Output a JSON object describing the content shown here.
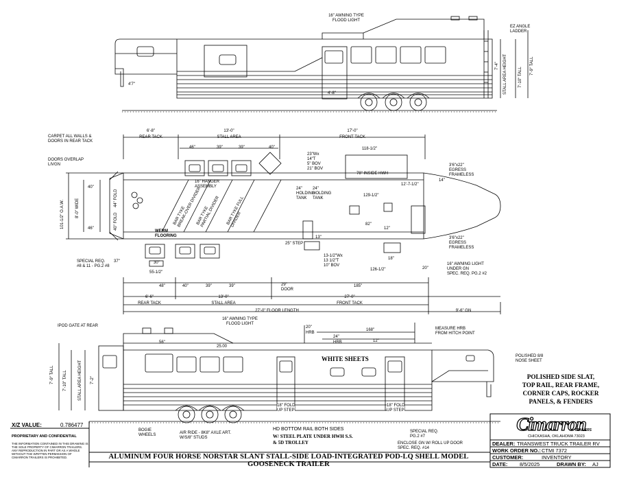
{
  "labels": {
    "awning_top": "16\" AWNING TYPE\nFLOOD LIGHT",
    "ez_ladder": "EZ ANGLE\nLADDER",
    "stall_area_height_top": "STALL AREA HEIGHT",
    "tall_top_7_10": "7'-10\" TALL",
    "tall_top_7_9": "7'-9\" TALL",
    "dim_7_4": "7'-4\"",
    "dim_4_7": "4'7\"",
    "dim_4_8": "4'-8\"",
    "carpet_walls": "CARPET ALL WALLS &\nDOORS IN REAR TACK",
    "doors_overlap": "DOORS OVERLAP\nLIVGN",
    "rear_tack_top_dim": "6'-8\"",
    "rear_tack_top": "REAR TACK",
    "stall_area_top_dim": "13'-0\"",
    "stall_area_top": "STALL AREA",
    "front_tack_top_dim": "17'-0\"",
    "front_tack_top": "FRONT TACK",
    "dim_46": "46\"",
    "dim_40": "40\"",
    "dim_39": "39\"",
    "dim_39b": "39\"",
    "hanger_assembly": "16\" HANGER\nASSEMBLY",
    "hwh": "23\"Wx\n14\"T\n5\" BOV\n21\" BOV",
    "dim_118": "118-1/2\"",
    "inside_hwh": "78\" INSIDE HWH",
    "dim_40b": "40\"",
    "dim_48": "48\"",
    "dim_24": "24\"",
    "holding_tank1": "24\"\nHOLDING\nTANK",
    "holding_tank2": "24\"\nHOLDING\nTANK",
    "dim_129": "129-1/2\"",
    "dim_12_7": "12'-7-1/2\"",
    "egress_top": "3'6\"x22\"\nEGRESS\nFRAMELESS",
    "egress_bottom": "3'6\"x22\"\nEGRESS\nFRAMELESS",
    "dim_14": "14\"",
    "dim_13": "13\"",
    "dim_12": "12\"",
    "dim_82": "82\"",
    "wide_8": "8'-0\" WIDE",
    "oa_wide": "101-1/2\" O.A.W.",
    "dim_40c": "40\"",
    "dim_46b": "46\"",
    "fold_44": "44\" FOLD",
    "fold_40": "40\" FOLD",
    "bar_tyke": "BAR TYKE\nBREAK-OVER DIVIDER",
    "bar_tyke2": "BAR TYKE\nPARTIAL DIVIDER",
    "bar_tyke3": "BAR TYKE FULL\nDIVIDER",
    "warm_flooring": "WERM\nFLOORING",
    "special_req_left": "SPECIAL REQ.\n#8 & 11 - PG.2 #8",
    "dim_55": "55-1/2\"",
    "dim_30": "30\"",
    "dim_25_door": "25\" STEP",
    "dim_126": "126-1/2\"",
    "dim_20": "20\"",
    "dim_18": "18\"",
    "awning_right": "16\" AWNING LIGHT\nUNDER GN\nSPEC. REQ. PG.2 #2",
    "hwh2": "13-1/2\"Wx\n13 1/2\"T\n10\" BOV",
    "dim_37": "37\"",
    "dim_29": "29\"",
    "door_29": "29\"\nDOOR",
    "dim_185": "185\"",
    "dim_48b": "48\"",
    "dim_40d": "40\"",
    "dim_39c": "39\"",
    "dim_39d": "39\"",
    "rear_tack_bot_dim": "6'-6\"",
    "rear_tack_bot": "REAR TACK",
    "stall_area_bot_dim": "13'-0\"",
    "stall_area_bot": "STALL AREA",
    "front_tack_bot_dim": "27'-0\"",
    "front_tack_bot": "FRONT TACK",
    "floor_length_dim": "27'-0\" FLOOR LENGTH",
    "gn_dim": "9'-6\" GN",
    "ipod_gate": "IPOD GATE AT REAR",
    "awning_bottom": "16\" AWNING TYPE\nFLOOD LIGHT",
    "dim_56": "56\"",
    "dim_25_00": "25.00",
    "dim_168": "168\"",
    "dim_24b": "24\"",
    "dim_12b": "12\"",
    "hrb": "HRB",
    "hrb2": "HRB",
    "measure_hrb": "MEASURE HRB\nFROM HITCH POINT",
    "polished_nose": "POLISHED 8/8\nNOSE SHEET",
    "tall_bot_7_9": "7'-9\" TALL",
    "tall_bot_7_10": "7'-10\" TALL",
    "stall_height_bot": "STALL AREA HEIGHT",
    "dim_7_2": "7'-2\"",
    "white_sheets": "WHITE SHEETS",
    "fold_step_left": "18\" FOLD\nUP STEP",
    "fold_step_right": "18\" FOLD\nUP STEP",
    "bogie": "BOGIE\nWHEELS",
    "air_ride": "AIR RIDE - 8K8\" AXLE ART.\nW/S/8\" STUDS",
    "hd_bottom": "HD BOTTOM RAIL BOTH SIDES",
    "steel_plate": "W/ STEEL PLATE UNDER HWH S.S.\n& 5D TROLLEY",
    "special_req_right": "SPECIAL REQ.\nPG.2 #7",
    "enclose": "ENCLOSE GN W/ ROLL UP DOOR\nSPEC. REQ. #14",
    "finish": "POLISHED SIDE SLAT,\nTOP RAIL, REAR FRAME,\nCORNER CAPS, ROCKER\nPANELS, & FENDERS"
  },
  "footer": {
    "xyz_label": "X/Z VALUE:",
    "xyz_value": "0.786477",
    "proprietary": "PROPRIETARY AND CONFIDENTIAL",
    "disclaimer": "THE INFORMATION CONTAINED IN THIS DRAWING IS THE SOLE PROPERTY OF CIMARRON TRAILERS. ANY REPRODUCTION IN PART OR AS A WHOLE WITHOUT THE WRITTEN PERMISSION OF CIMARRON TRAILERS IS PROHIBITED.",
    "title": "ALUMINUM FOUR HORSE NORSTAR SLANT STALL-SIDE LOAD-INTEGRATED POD-LQ SHELL MODEL GOOSENECK TRAILER"
  },
  "title_block": {
    "logo": "Cimarron",
    "logo_sub": "TRAILERS",
    "location": "CHICKASHA, OKLAHOMA 73023",
    "dealer_label": "DEALER:",
    "dealer_value": "TRANSWEST TRUCK TRAILER RV",
    "work_order_label": "WORK ORDER NO.:",
    "work_order_value": "CTMI 7372",
    "customer_label": "CUSTOMER:",
    "customer_value": "INVENTORY",
    "date_label": "DATE:",
    "date_value": "8/5/2025",
    "drawn_by_label": "DRAWN BY:",
    "drawn_by_value": "AJ"
  }
}
